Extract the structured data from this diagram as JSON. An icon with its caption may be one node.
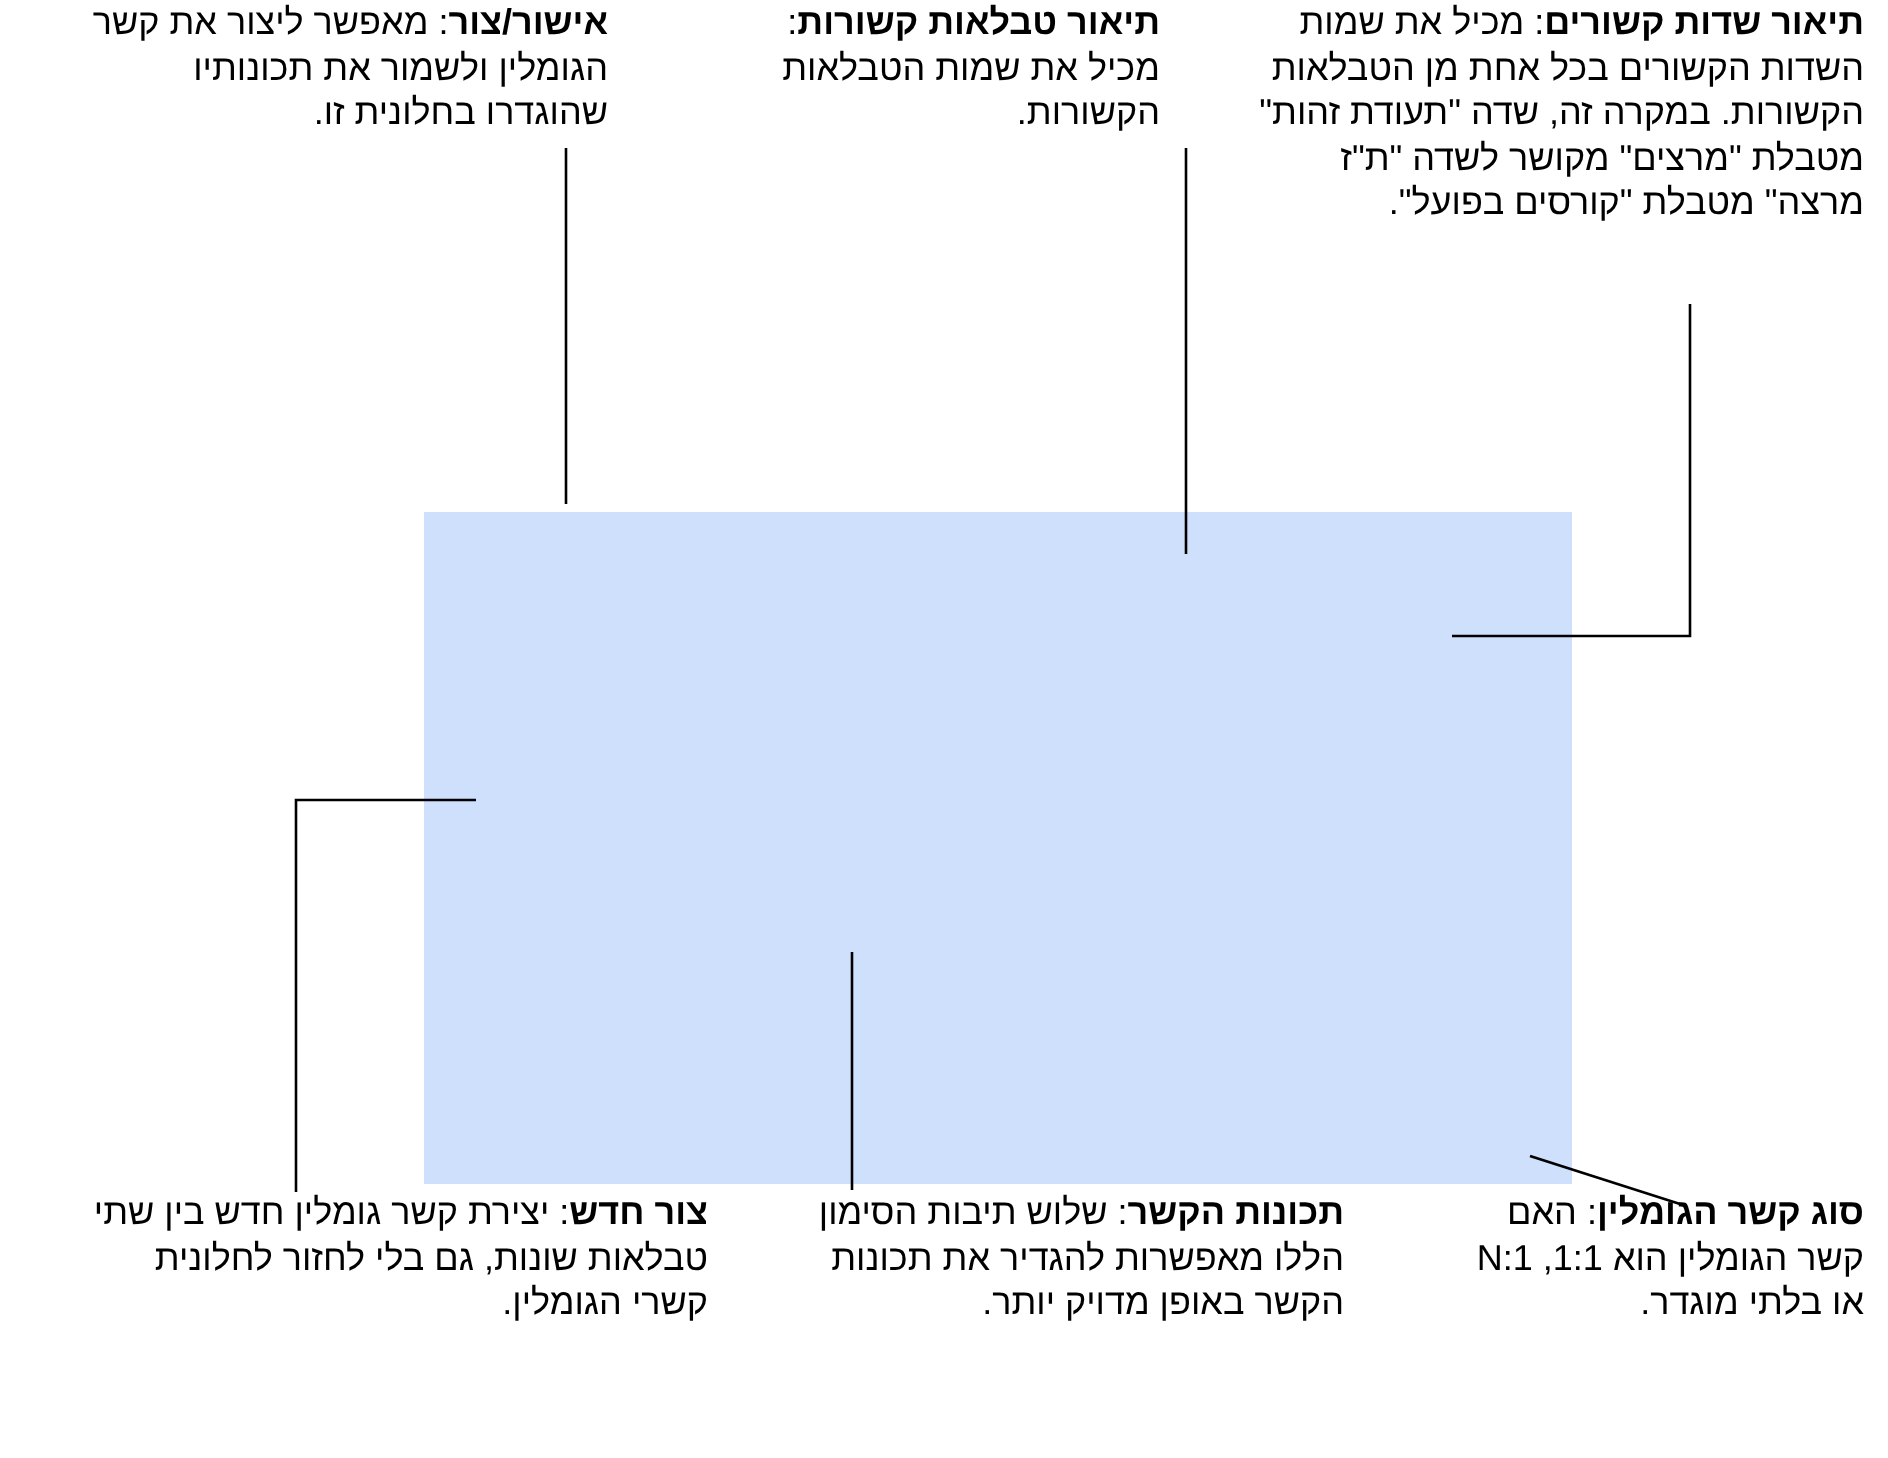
{
  "diagram": {
    "nodes": [
      {
        "text": [
          "**תיאור שדות קשורים**: מכיל את שמות השדות הקשורים בכל אחת מן הטבלאות הקשורות. במקרה זה, שדה \"תעודת זהות\" מטבלת \"מרצים\" מקושר לשדה \"ת\"ז מרצה\" מטבלת \"קורסים בפועל\"."
        ]
      },
      {
        "text": [
          "**תיאור טבלאות קשורות**: מכיל את שמות הטבלאות הקשורות."
        ]
      },
      {
        "text": [
          "**אישור/צור**: מאפשר ליצור את קשר הגומלין ולשמור את תכונותיו שהוגדרו בחלונית זו."
        ]
      },
      {
        "text": [
          "**סוג קשר הגומלין**: האם קשר הגומלין הוא 1:1, 1:N או בלתי מוגדר."
        ]
      },
      {
        "text": [
          "**תכונות הקשר**: שלוש תיבות הסימון הללו מאפשרות להגדיר את תכונות הקשר באופן מדויק יותר."
        ]
      },
      {
        "text": [
          "**צור חדש**: יצירת קשר גומלין חדש בין שתי טבלאות שונות, גם בלי לחזור לחלונית קשרי הגומלין."
        ]
      }
    ],
    "edges": [
      {
        "from": 0,
        "to": null,
        "arrow": "none"
      },
      {
        "from": 1,
        "to": null,
        "arrow": "none"
      },
      {
        "from": 2,
        "to": null,
        "arrow": "none"
      },
      {
        "from": 3,
        "to": null,
        "arrow": "none"
      },
      {
        "from": 4,
        "to": null,
        "arrow": "none"
      },
      {
        "from": 5,
        "to": null,
        "arrow": "none"
      }
    ]
  }
}
